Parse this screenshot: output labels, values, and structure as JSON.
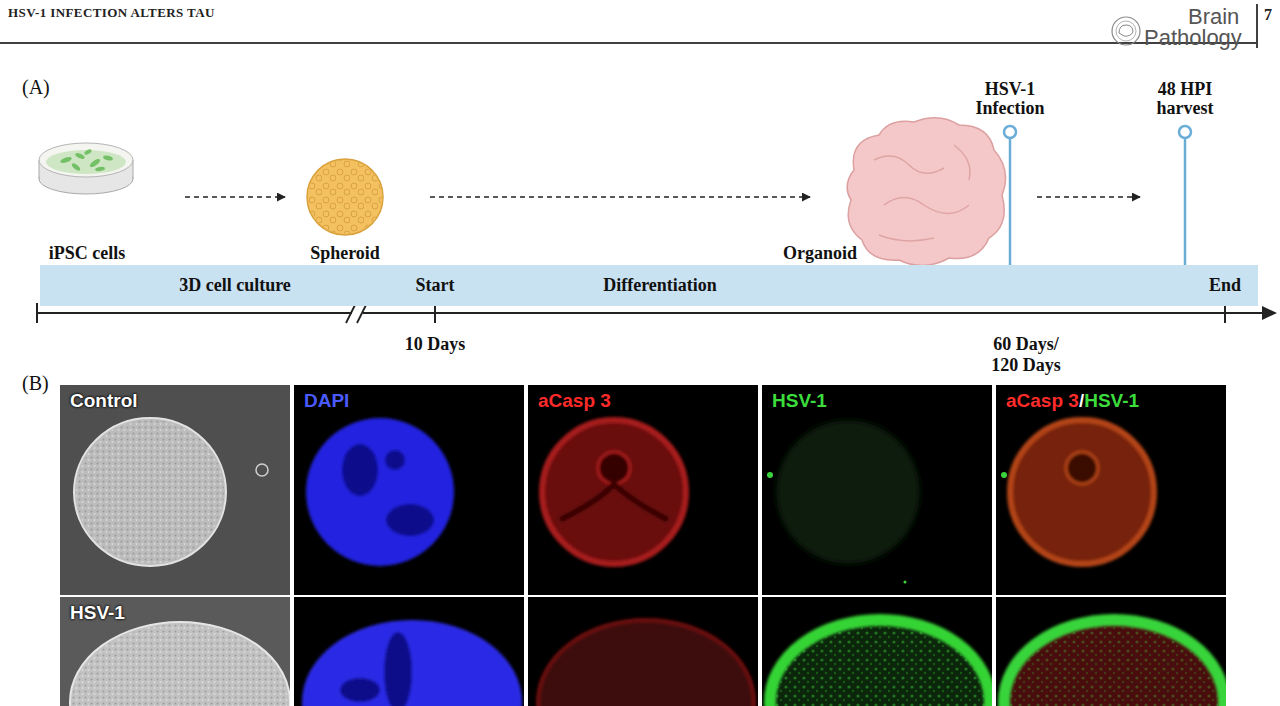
{
  "diagram": {
    "nodes": [
      {
        "text": [
          "iPSC cells"
        ]
      },
      {
        "text": [
          "Spheroid"
        ]
      },
      {
        "text": [
          "Organoid"
        ]
      },
      {
        "text": [
          "HSV-1 Infection"
        ]
      },
      {
        "text": [
          "48 HPI harvest"
        ]
      },
      {
        "text": [
          "3D cell culture",
          "Start",
          "Differentiation",
          "End"
        ]
      },
      {
        "text": [
          "Control"
        ]
      },
      {
        "text": [
          "DAPI"
        ]
      },
      {
        "text": [
          "aCasp 3"
        ]
      },
      {
        "text": [
          "HSV-1"
        ]
      },
      {
        "text": [
          "aCasp 3",
          "/",
          "HSV-1"
        ]
      },
      {
        "text": [
          "HSV-1"
        ]
      }
    ],
    "edges": [
      {
        "from": 0,
        "to": 1,
        "arrow": "to"
      },
      {
        "from": 1,
        "to": 2,
        "arrow": "to"
      },
      {
        "from": 3,
        "to": 4,
        "arrow": "to"
      }
    ],
    "labels": [
      "HSV-1 INFECTION ALTERS TAU",
      "Brain",
      "Pathology",
      "7",
      "(A)",
      "10 Days",
      "60 Days/ 120 Days",
      "(B)"
    ]
  }
}
